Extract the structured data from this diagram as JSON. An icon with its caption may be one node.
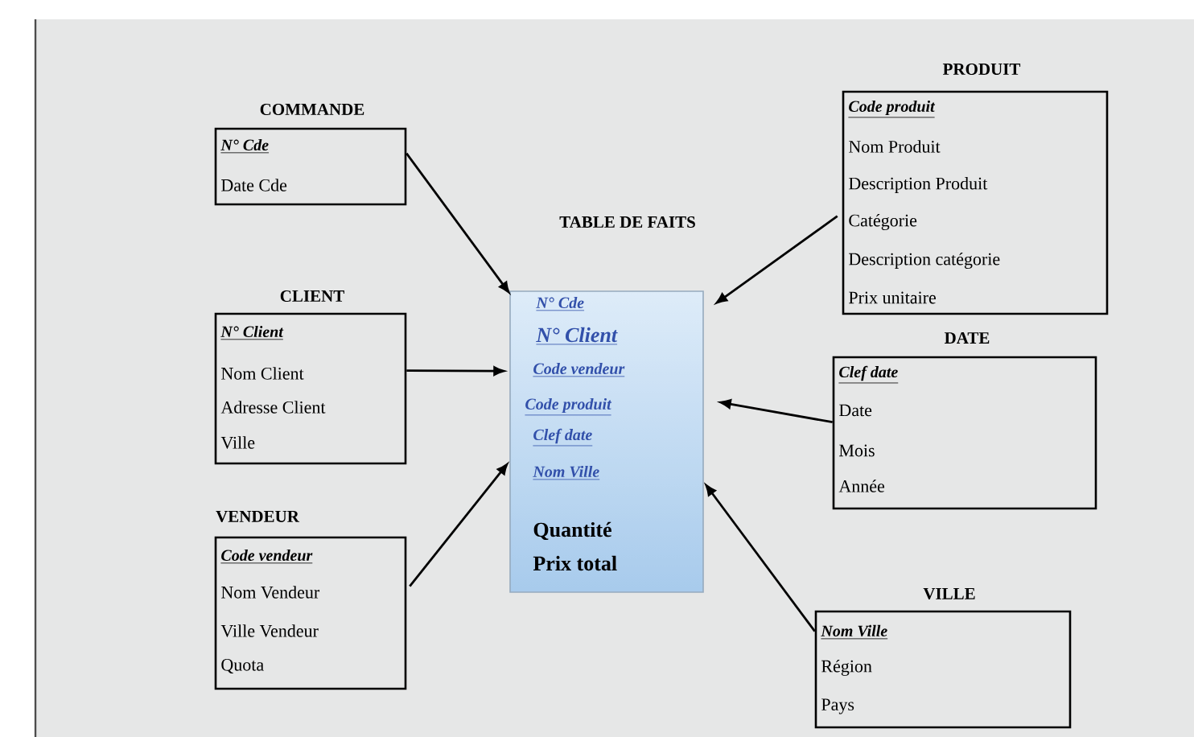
{
  "diagram": {
    "nodes": [
      {
        "text": [
          "COMMANDE",
          "N°   Cde",
          "Date Cde"
        ]
      },
      {
        "text": [
          "CLIENT",
          "N°   Client",
          "Nom Client",
          "Adresse Client",
          "Ville"
        ]
      },
      {
        "text": [
          "VENDEUR",
          "Code vendeur",
          "Nom Vendeur",
          "Ville Vendeur",
          "Quota"
        ]
      },
      {
        "text": [
          "TABLE DE FAITS",
          "N°   Cde",
          "N°   Client",
          "Code vendeur",
          "Code produit",
          "Clef date",
          "Nom Ville",
          "Quantité",
          "Prix total"
        ]
      },
      {
        "text": [
          "PRODUIT",
          "Code produit",
          "Nom Produit",
          "Description Produit",
          "Catégorie",
          "Description catégorie",
          "Prix unitaire"
        ]
      },
      {
        "text": [
          "DATE",
          "Clef date",
          "Date",
          "Mois",
          "Année"
        ]
      },
      {
        "text": [
          "VILLE",
          "Nom Ville",
          "Région",
          "Pays"
        ]
      }
    ],
    "edges": [
      {
        "from": 0,
        "to": 3,
        "arrow": "to"
      },
      {
        "from": 1,
        "to": 3,
        "arrow": "to"
      },
      {
        "from": 2,
        "to": 3,
        "arrow": "to"
      },
      {
        "from": 4,
        "to": 3,
        "arrow": "to"
      },
      {
        "from": 5,
        "to": 3,
        "arrow": "to"
      },
      {
        "from": 6,
        "to": 3,
        "arrow": "to"
      }
    ]
  }
}
